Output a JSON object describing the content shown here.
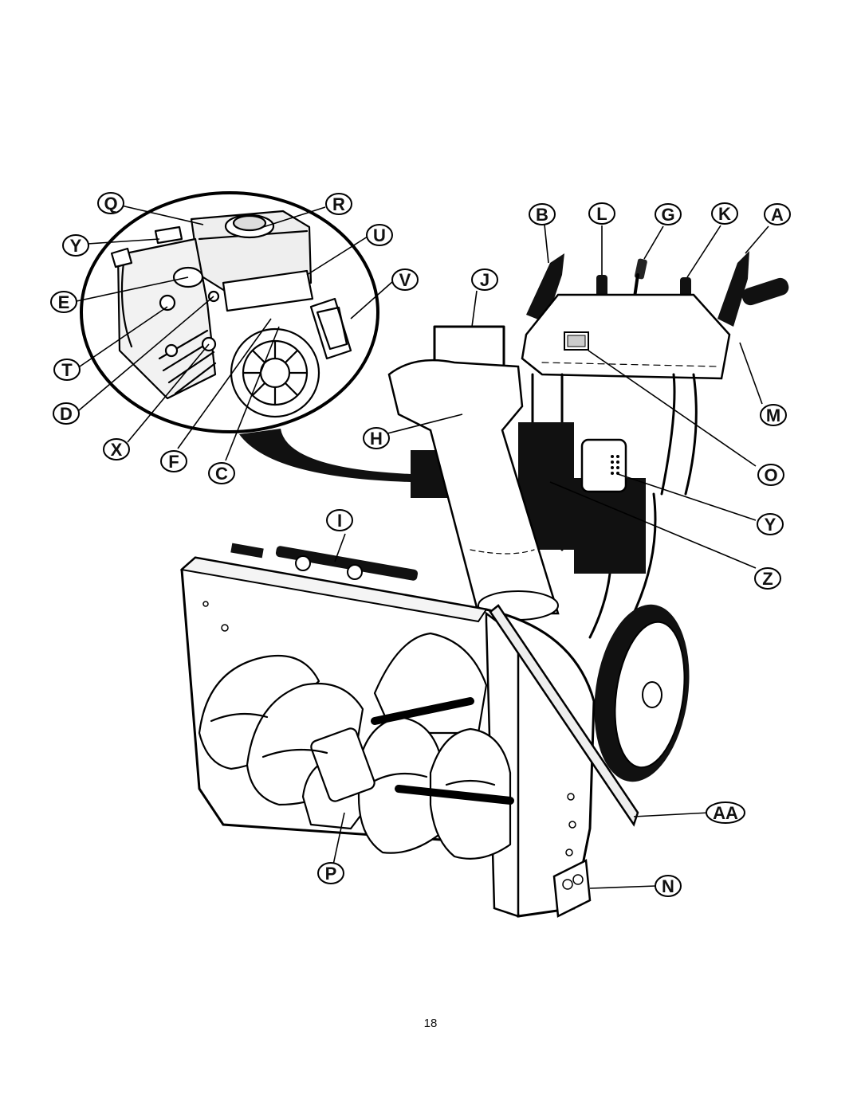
{
  "callouts": {
    "Q": "Q",
    "R": "R",
    "Y_engine": "Y",
    "U": "U",
    "E": "E",
    "V": "V",
    "T": "T",
    "D": "D",
    "X": "X",
    "F": "F",
    "C": "C",
    "B": "B",
    "L": "L",
    "G": "G",
    "K": "K",
    "A": "A",
    "J": "J",
    "M": "M",
    "H": "H",
    "O": "O",
    "Y_body": "Y",
    "I": "I",
    "Z": "Z",
    "AA": "AA",
    "P": "P",
    "N": "N"
  },
  "page": {
    "number": "18"
  },
  "colors": {
    "ink": "#000000",
    "paper": "#ffffff",
    "shadow": "#111111",
    "fill_light": "#f4f4f4"
  }
}
